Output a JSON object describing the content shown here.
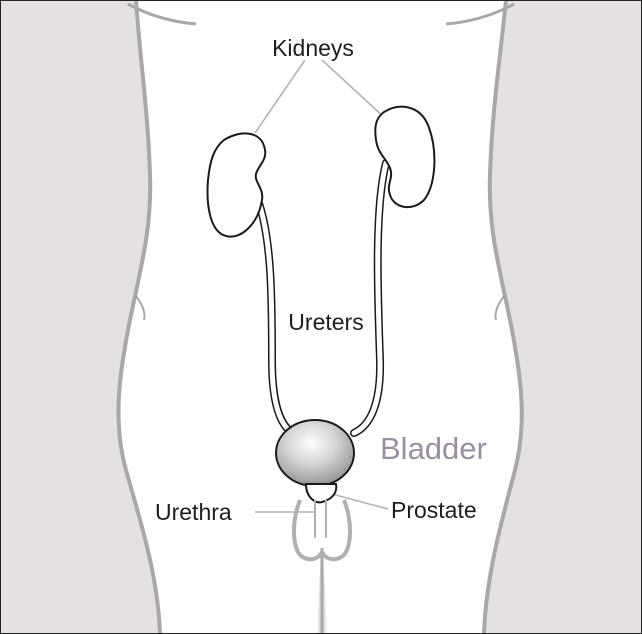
{
  "labels": {
    "kidneys": "Kidneys",
    "ureters": "Ureters",
    "bladder": "Bladder",
    "urethra": "Urethra",
    "prostate": "Prostate"
  },
  "colors": {
    "background": "#e4e0e4",
    "body_fill": "#ffffff",
    "body_outline": "#a8a8a8",
    "organ_outline": "#1a1a1a",
    "bladder_label": "#9a8f9e",
    "pointer_line": "#b4b4b4"
  }
}
